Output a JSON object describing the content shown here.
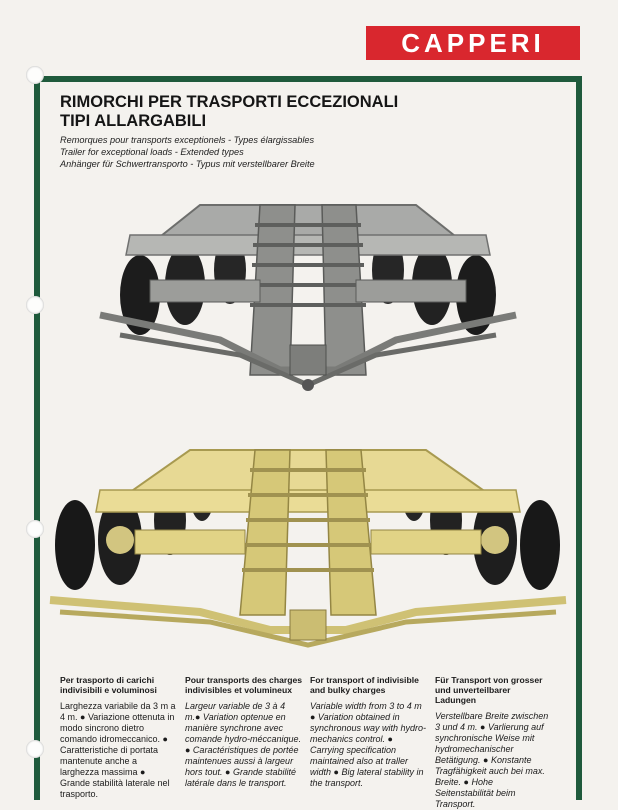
{
  "brand": {
    "name": "CAPPERI",
    "color": "#d9272e"
  },
  "frame_color": "#1f5a3c",
  "title": {
    "line1": "RIMORCHI PER TRASPORTI ECCEZIONALI",
    "line2": "TIPI ALLARGABILI"
  },
  "subtitles": [
    "Remorques pour transports exceptionels - Types élargissables",
    "Trailer for exceptional loads - Extended types",
    "Anhänger für Schwertransporto - Typus mit verstellbarer Breite"
  ],
  "photos": [
    {
      "subject": "grey extendable trailer chassis"
    },
    {
      "subject": "yellow extendable trailer chassis"
    }
  ],
  "columns": [
    {
      "heading": "Per trasporto di carichi indivisibili e voluminosi",
      "body": "Larghezza variabile da 3 m a 4 m. ● Variazione ottenuta in modo sincrono dietro comando idromeccanico. ● Caratteristiche di portata mantenute anche a larghezza massima ● Grande stabilità laterale nel trasporto."
    },
    {
      "heading": "Pour transports des charges indivisibles et volumineux",
      "body": "Largeur variable de 3 à 4 m.● Variation optenue en manière synchrone avec comande hydro-méccanique. ● Caractéristiques de portée maintenues aussi à largeur hors tout. ● Grande stabilité latérale dans le transport."
    },
    {
      "heading": "For transport of indivisible and bulky charges",
      "body": "Variable width from 3 to 4 m ● Variation obtained in synchronous way with hydro-mechanics control. ● Carrying specification maintained also at traller width ● Big lateral stability in the transport."
    },
    {
      "heading": "Für Transport von grosser und unverteilbarer Ladungen",
      "body": "Verstellbare Breite zwischen 3 und 4 m. ● Varlierung auf synchronische Weise mit hydromechanischer Betätigung. ● Konstante Tragfähigkeit auch bei max. Breite. ● Hohe Seitenstabilität beim Transport."
    }
  ]
}
